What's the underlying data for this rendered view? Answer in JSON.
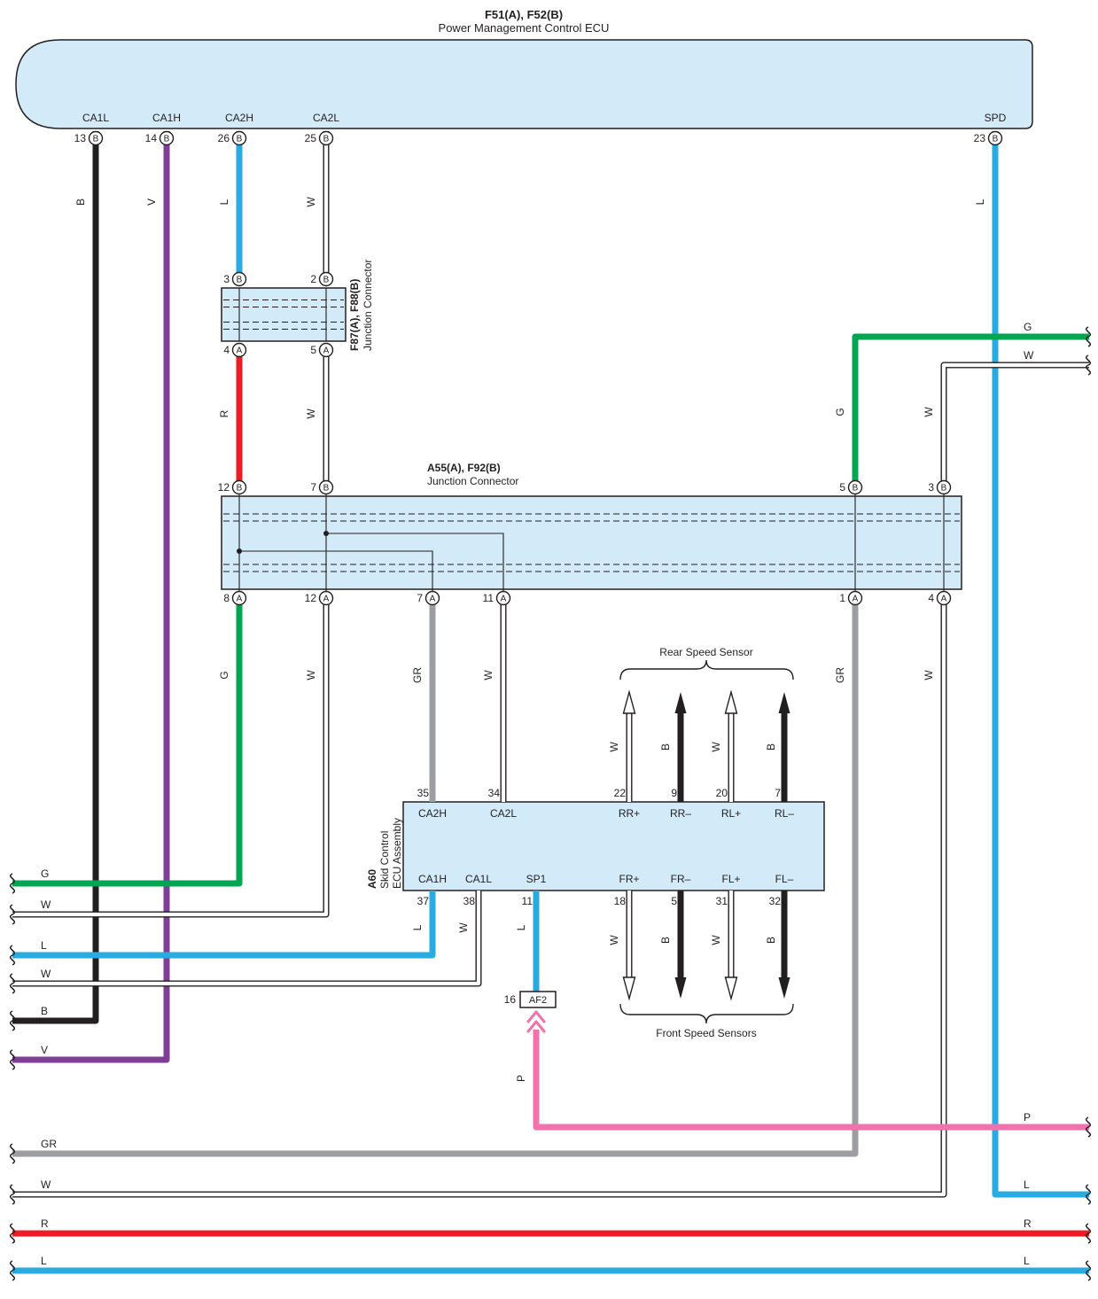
{
  "colors": {
    "black": "#231f20",
    "white": "#ffffff",
    "blue": "#29abe2",
    "green": "#00a651",
    "red": "#ed1c24",
    "violet": "#7f3f97",
    "pink": "#f172ac",
    "gray": "#9c9ea1",
    "box_fill": "#d3eaf8"
  },
  "pm_ecu": {
    "code": "F51(A), F52(B)",
    "name": "Power Management Control ECU",
    "pins": [
      {
        "num": "13",
        "letter": "B",
        "label": "CA1L"
      },
      {
        "num": "14",
        "letter": "B",
        "label": "CA1H"
      },
      {
        "num": "26",
        "letter": "B",
        "label": "CA2H"
      },
      {
        "num": "25",
        "letter": "B",
        "label": "CA2L"
      },
      {
        "num": "23",
        "letter": "B",
        "label": "SPD"
      }
    ]
  },
  "jc_small": {
    "code": "F87(A), F88(B)",
    "name": "Junction Connector",
    "pins_top": [
      {
        "num": "3",
        "letter": "B"
      },
      {
        "num": "2",
        "letter": "B"
      }
    ],
    "pins_bottom": [
      {
        "num": "4",
        "letter": "A"
      },
      {
        "num": "5",
        "letter": "A"
      }
    ]
  },
  "jc_large": {
    "code": "A55(A), F92(B)",
    "name": "Junction Connector",
    "pins_top": [
      {
        "num": "12",
        "letter": "B"
      },
      {
        "num": "7",
        "letter": "B"
      },
      {
        "num": "5",
        "letter": "B"
      },
      {
        "num": "3",
        "letter": "B"
      }
    ],
    "pins_bottom": [
      {
        "num": "8",
        "letter": "A"
      },
      {
        "num": "12",
        "letter": "A"
      },
      {
        "num": "7",
        "letter": "A"
      },
      {
        "num": "11",
        "letter": "A"
      },
      {
        "num": "1",
        "letter": "A"
      },
      {
        "num": "4",
        "letter": "A"
      }
    ]
  },
  "skid_ecu": {
    "code": "A60",
    "name_line1": "Skid Control",
    "name_line2": "ECU Assembly",
    "pins_top": [
      {
        "num": "35",
        "label": "CA2H"
      },
      {
        "num": "34",
        "label": "CA2L"
      },
      {
        "num": "22",
        "label": "RR+"
      },
      {
        "num": "9",
        "label": "RR–"
      },
      {
        "num": "20",
        "label": "RL+"
      },
      {
        "num": "7",
        "label": "RL–"
      }
    ],
    "pins_bottom": [
      {
        "num": "37",
        "label": "CA1H"
      },
      {
        "num": "38",
        "label": "CA1L"
      },
      {
        "num": "11",
        "label": "SP1"
      },
      {
        "num": "18",
        "label": "FR+"
      },
      {
        "num": "5",
        "label": "FR–"
      },
      {
        "num": "31",
        "label": "FL+"
      },
      {
        "num": "32",
        "label": "FL–"
      }
    ]
  },
  "af2": {
    "num": "16",
    "label": "AF2"
  },
  "sensors": {
    "rear_label": "Rear Speed Sensor",
    "front_label": "Front Speed Sensors",
    "rear_wire_colors": [
      "W",
      "B",
      "W",
      "B"
    ],
    "front_wire_colors": [
      "W",
      "B",
      "W",
      "B"
    ]
  },
  "wire_letters": {
    "ecu_drops": [
      "B",
      "V",
      "L",
      "W",
      "L"
    ],
    "jc_small_out": [
      "R",
      "W"
    ],
    "right_risers": [
      "G",
      "W"
    ],
    "jc_large_drops": [
      "G",
      "W",
      "GR",
      "W",
      "GR",
      "W"
    ],
    "skid_out": [
      "L",
      "W",
      "L"
    ],
    "af2_out": "P"
  },
  "edge_labels": {
    "left": [
      "G",
      "W",
      "L",
      "W",
      "B",
      "V",
      "GR",
      "W",
      "R",
      "L"
    ],
    "right": [
      "G",
      "W",
      "P",
      "L",
      "R",
      "L"
    ]
  }
}
